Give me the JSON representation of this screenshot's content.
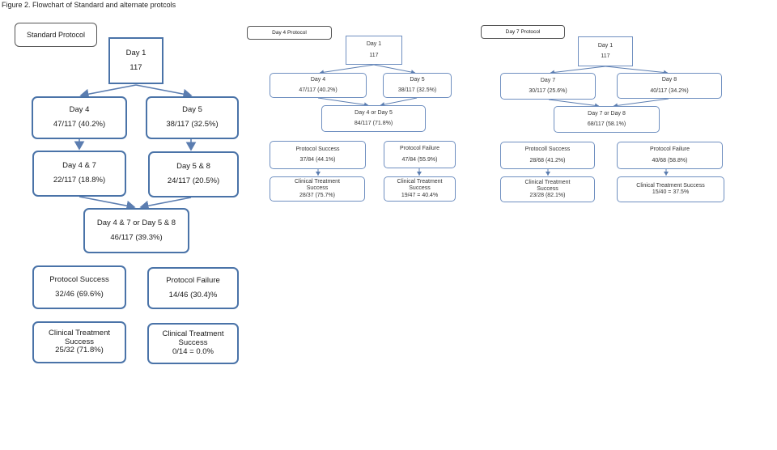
{
  "figure_title": "Figure 2. Flowchart of Standard and alternate protcols",
  "standard": {
    "label": "Standard Protocol",
    "day1": {
      "title": "Day 1",
      "value": "117"
    },
    "day4": {
      "title": "Day 4",
      "value": "47/117 (40.2%)"
    },
    "day5": {
      "title": "Day 5",
      "value": "38/117 (32.5%)"
    },
    "day47": {
      "title": "Day 4 & 7",
      "value": "22/117 (18.8%)"
    },
    "day58": {
      "title": "Day 5 & 8",
      "value": "24/117 (20.5%)"
    },
    "combined": {
      "title": "Day 4 & 7 or  Day 5 & 8",
      "value": "46/117 (39.3%)"
    },
    "success": {
      "title": "Protocol Success",
      "value": "32/46 (69.6%)"
    },
    "failure": {
      "title": "Protocol  Failure",
      "value": "14/46 (30.4)%"
    },
    "clin_success": {
      "line1": "Clinical Treatment",
      "line2": "Success",
      "value": "25/32 (71.8%)"
    },
    "clin_failure": {
      "line1": "Clinical Treatment",
      "line2": "Success",
      "value": "0/14 = 0.0%"
    }
  },
  "day4_protocol": {
    "label": "Day 4 Protocol",
    "day1": {
      "title": "Day 1",
      "value": "117"
    },
    "day4": {
      "title": "Day 4",
      "value": "47/117 (40.2%)"
    },
    "day5": {
      "title": "Day 5",
      "value": "38/117 (32.5%)"
    },
    "combined": {
      "title": "Day 4  or Day 5",
      "value": "84/117 (71.8%)"
    },
    "success": {
      "title": "Protocol Success",
      "value": "37/84 (44.1%)"
    },
    "failure": {
      "title": "Protocol Failure",
      "value": "47/84 (55.9%)"
    },
    "clin_success": {
      "line1": "Clinical Treatment",
      "line2": "Success",
      "value": "28/37 (75.7%)"
    },
    "clin_failure": {
      "line1": "Clinical Treatment",
      "line2": "Success",
      "value": "19/47 = 40.4%"
    }
  },
  "day7_protocol": {
    "label": "Day 7 Protocol",
    "day1": {
      "title": "Day 1",
      "value": "117"
    },
    "day7": {
      "title": "Day 7",
      "value": "30/117 (25.6%)"
    },
    "day8": {
      "title": "Day 8",
      "value": "40/117 (34.2%)"
    },
    "combined": {
      "title": "Day 7 or Day 8",
      "value": "68/117 (58.1%)"
    },
    "success": {
      "title": "Protocoll Success",
      "value": "28/68 (41.2%)"
    },
    "failure": {
      "title": "Protocol  Failure",
      "value": "40/68 (58.8%)"
    },
    "clin_success": {
      "line1": "Clinical Treatment",
      "line2": "Success",
      "value": "23/28 (82.1%)"
    },
    "clin_failure": {
      "line1": "Clinical Treatment Success",
      "value": "15/40 = 37.5%"
    }
  },
  "colors": {
    "box_border": "#4a73a8",
    "small_border": "#6f8fc0",
    "arrow": "#5b7db0"
  }
}
